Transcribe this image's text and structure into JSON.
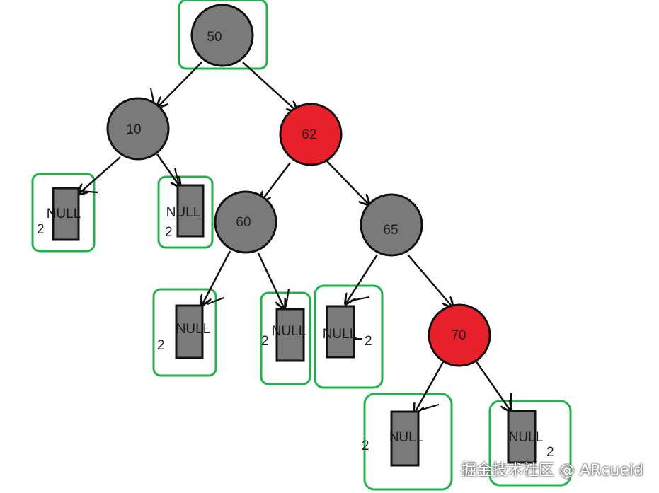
{
  "colors": {
    "black_node": "#7a7a7a",
    "red_node": "#e8202a",
    "null_fill": "#7a7a7a",
    "highlight_box": "#22b14c",
    "edge": "#111111"
  },
  "nodes": [
    {
      "id": "n50",
      "key": "50",
      "color": "black",
      "highlighted": true
    },
    {
      "id": "n10",
      "key": "10",
      "color": "black",
      "highlighted": false
    },
    {
      "id": "n62",
      "key": "62",
      "color": "red",
      "highlighted": false
    },
    {
      "id": "n60",
      "key": "60",
      "color": "black",
      "highlighted": false
    },
    {
      "id": "n65",
      "key": "65",
      "color": "black",
      "highlighted": false
    },
    {
      "id": "n70",
      "key": "70",
      "color": "red",
      "highlighted": false
    }
  ],
  "null_leaves": [
    {
      "id": "l1",
      "parent": "10",
      "label": "NULL",
      "black_height": "2"
    },
    {
      "id": "l2",
      "parent": "10",
      "label": "NULL",
      "black_height": "2"
    },
    {
      "id": "l3",
      "parent": "60",
      "label": "NULL",
      "black_height": "2"
    },
    {
      "id": "l4",
      "parent": "60",
      "label": "NULL",
      "black_height": "2"
    },
    {
      "id": "l5",
      "parent": "65",
      "label": "NULL",
      "black_height": "2"
    },
    {
      "id": "l6",
      "parent": "70",
      "label": "NULL",
      "black_height": "2"
    },
    {
      "id": "l7",
      "parent": "70",
      "label": "NULL",
      "black_height": "2"
    }
  ],
  "watermark": "掘金技术社区 @ ARcueid"
}
